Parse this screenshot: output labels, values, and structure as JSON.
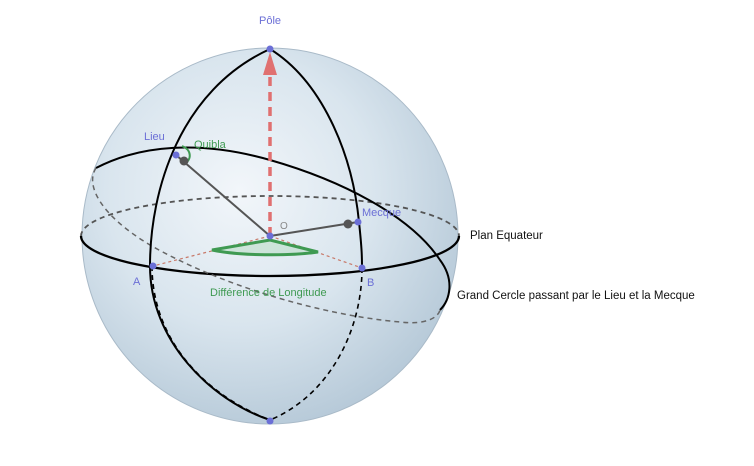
{
  "labels": {
    "pole": "Pôle",
    "lieu": "Lieu",
    "quibla": "Quibla",
    "origin": "O",
    "mecque": "Mecque",
    "point_a": "A",
    "point_b": "B",
    "longitude_difference": "Différence de Longitude",
    "plan_equateur": "Plan Equateur",
    "grand_cercle": "Grand Cercle passant par le Lieu et la Mecque"
  },
  "colors": {
    "sphere_fill": "#c5d7e5",
    "outline": "#000000",
    "dashed_circle": "#555555",
    "pole_arrow": "#e07070",
    "radius": "#555555",
    "angle": "#3f9a52",
    "points": "#6b6fd6",
    "dashed_red": "#c87a6a"
  }
}
